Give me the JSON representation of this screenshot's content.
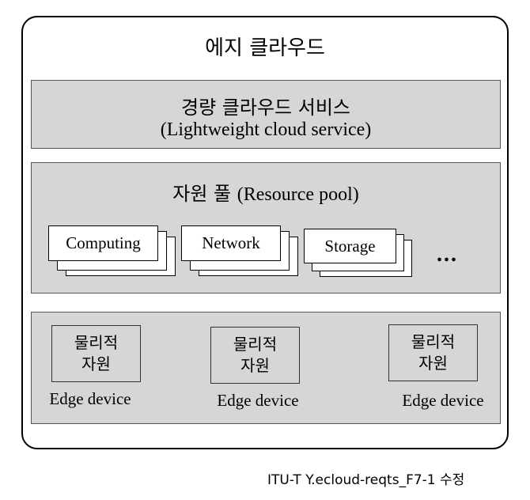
{
  "edge_cloud": {
    "title": "에지 클라우드"
  },
  "lightweight_service": {
    "title_ko": "경량 클라우드 서비스",
    "title_en": "(Lightweight cloud service)"
  },
  "resource_pool": {
    "title_ko": "자원 풀",
    "title_en": "(Resource pool)",
    "resources": [
      "Computing",
      "Network",
      "Storage"
    ],
    "more": "..."
  },
  "edge_devices": [
    {
      "line1": "물리적",
      "line2": "자원",
      "label": "Edge device"
    },
    {
      "line1": "물리적",
      "line2": "자원",
      "label": "Edge device"
    },
    {
      "line1": "물리적",
      "line2": "자원",
      "label": "Edge device"
    }
  ],
  "caption": "ITU-T Y.ecloud-reqts_F7-1 수정"
}
